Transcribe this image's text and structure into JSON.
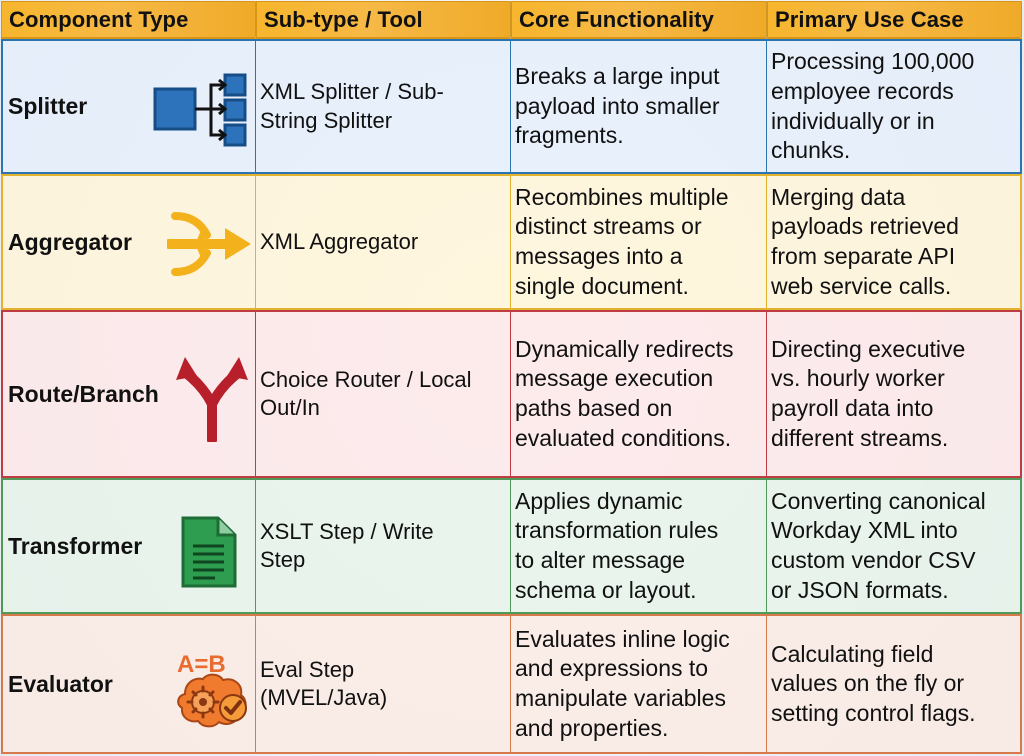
{
  "headers": [
    "Component Type",
    "Sub-type / Tool",
    "Core Functionality",
    "Primary Use Case"
  ],
  "rows": [
    {
      "type": "Splitter",
      "icon": "split-icon",
      "subtype": "XML Splitter / Sub-\nString Splitter",
      "core": "Breaks a large input\npayload into smaller\nfragments.",
      "use_case": "Processing 100,000\nemployee records\nindividually or in\nchunks.",
      "accent": "#2b74b2"
    },
    {
      "type": "Aggregator",
      "icon": "merge-arrows-icon",
      "subtype": "XML Aggregator",
      "core": "Recombines multiple\ndistinct streams or\nmessages into a\nsingle document.",
      "use_case": "Merging data\npayloads retrieved\nfrom separate API\nweb service calls.",
      "accent": "#e3b22f"
    },
    {
      "type": "Route/Branch",
      "icon": "branch-arrow-icon",
      "subtype": "Choice Router / Local\nOut/In",
      "core": "Dynamically redirects\nmessage execution\npaths based on\nevaluated conditions.",
      "use_case": "Directing executive\nvs. hourly worker\npayroll data into\ndifferent streams.",
      "accent": "#bf3c44"
    },
    {
      "type": "Transformer",
      "icon": "document-icon",
      "subtype": "XSLT Step / Write\nStep",
      "core": "Applies dynamic\ntransformation rules\nto alter message\nschema or layout.",
      "use_case": "Converting canonical\nWorkday XML into\ncustom vendor CSV\nor JSON formats.",
      "accent": "#4f9a59"
    },
    {
      "type": "Evaluator",
      "icon": "brain-gear-icon",
      "subtype": "Eval Step\n(MVEL/Java)",
      "core": "Evaluates inline logic\nand expressions to\nmanipulate variables\nand properties.",
      "use_case": "Calculating field\nvalues on the fly or\nsetting control flags.",
      "accent": "#d67a4c"
    }
  ],
  "evaluator_icon_text": "A=B"
}
